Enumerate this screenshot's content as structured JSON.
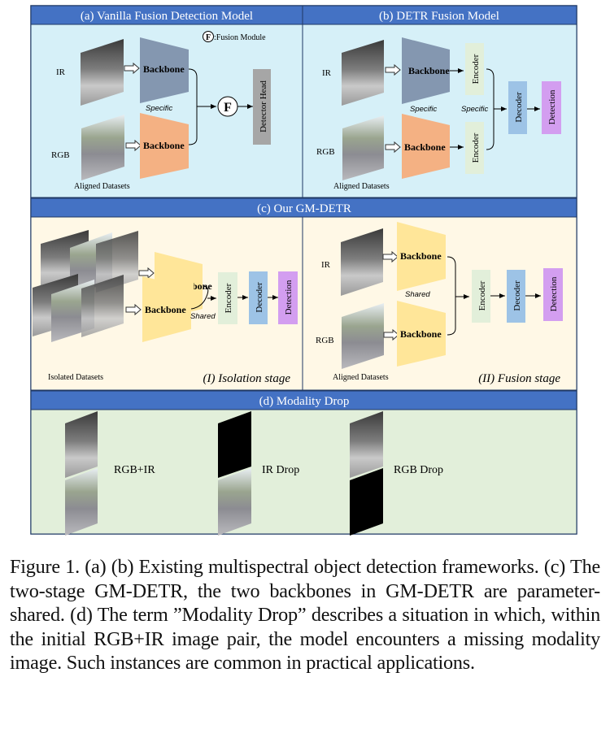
{
  "figure": {
    "colors": {
      "header": "#4472c4",
      "border": "#1f3864",
      "bg_ab": "#d6f0f8",
      "bg_c": "#fff8e6",
      "bg_d": "#e2efda",
      "backbone_ir": "#8497b0",
      "backbone_rgb": "#f4b183",
      "backbone_shared": "#ffe699",
      "detector_head": "#a6a6a6",
      "encoder": "#e2efda",
      "decoder": "#9dc3e6",
      "detection": "#d39ef0"
    },
    "panel_a": {
      "title": "(a) Vanilla Fusion Detection Model",
      "legend_symbol": "F",
      "legend_text": ":Fusion Module",
      "ir_label": "IR",
      "rgb_label": "RGB",
      "backbone_label": "Backbone",
      "specific_label": "Specific",
      "fusion_symbol": "F",
      "detector_head_label": "Detector Head",
      "datasets_label": "Aligned Datasets"
    },
    "panel_b": {
      "title": "(b) DETR Fusion Model",
      "ir_label": "IR",
      "rgb_label": "RGB",
      "backbone_label": "Backbone",
      "specific_label_1": "Specific",
      "specific_label_2": "Specific",
      "encoder_label": "Encoder",
      "decoder_label": "Decoder",
      "detection_label": "Detection",
      "datasets_label": "Aligned Datasets"
    },
    "panel_c": {
      "title": "(c) Our GM-DETR",
      "stage1": {
        "backbone_back_label": "Backbone",
        "backbone_label": "Backbone",
        "shared_label": "Shared",
        "encoder_label": "Encoder",
        "decoder_label": "Decoder",
        "detection_label": "Detection",
        "datasets_label": "Isolated Datasets",
        "stage_label": "(I) Isolation stage"
      },
      "stage2": {
        "ir_label": "IR",
        "rgb_label": "RGB",
        "backbone_label": "Backbone",
        "shared_label": "Shared",
        "encoder_label": "Encoder",
        "decoder_label": "Decoder",
        "detection_label": "Detection",
        "datasets_label": "Aligned Datasets",
        "stage_label": "(II) Fusion stage"
      }
    },
    "panel_d": {
      "title": "(d) Modality Drop",
      "cases": [
        {
          "label": "RGB+IR",
          "ir_present": true,
          "rgb_present": true
        },
        {
          "label": "IR Drop",
          "ir_present": false,
          "rgb_present": true
        },
        {
          "label": "RGB Drop",
          "ir_present": true,
          "rgb_present": false
        }
      ]
    }
  },
  "caption": "Figure 1.  (a) (b) Existing multispectral object detection frameworks. (c) The two-stage GM-DETR, the two backbones in GM-DETR are parameter-shared.  (d) The term ”Modality Drop” describes a situation in which, within the initial RGB+IR image pair, the model encounters a missing modality image.  Such instances are common in practical applications."
}
